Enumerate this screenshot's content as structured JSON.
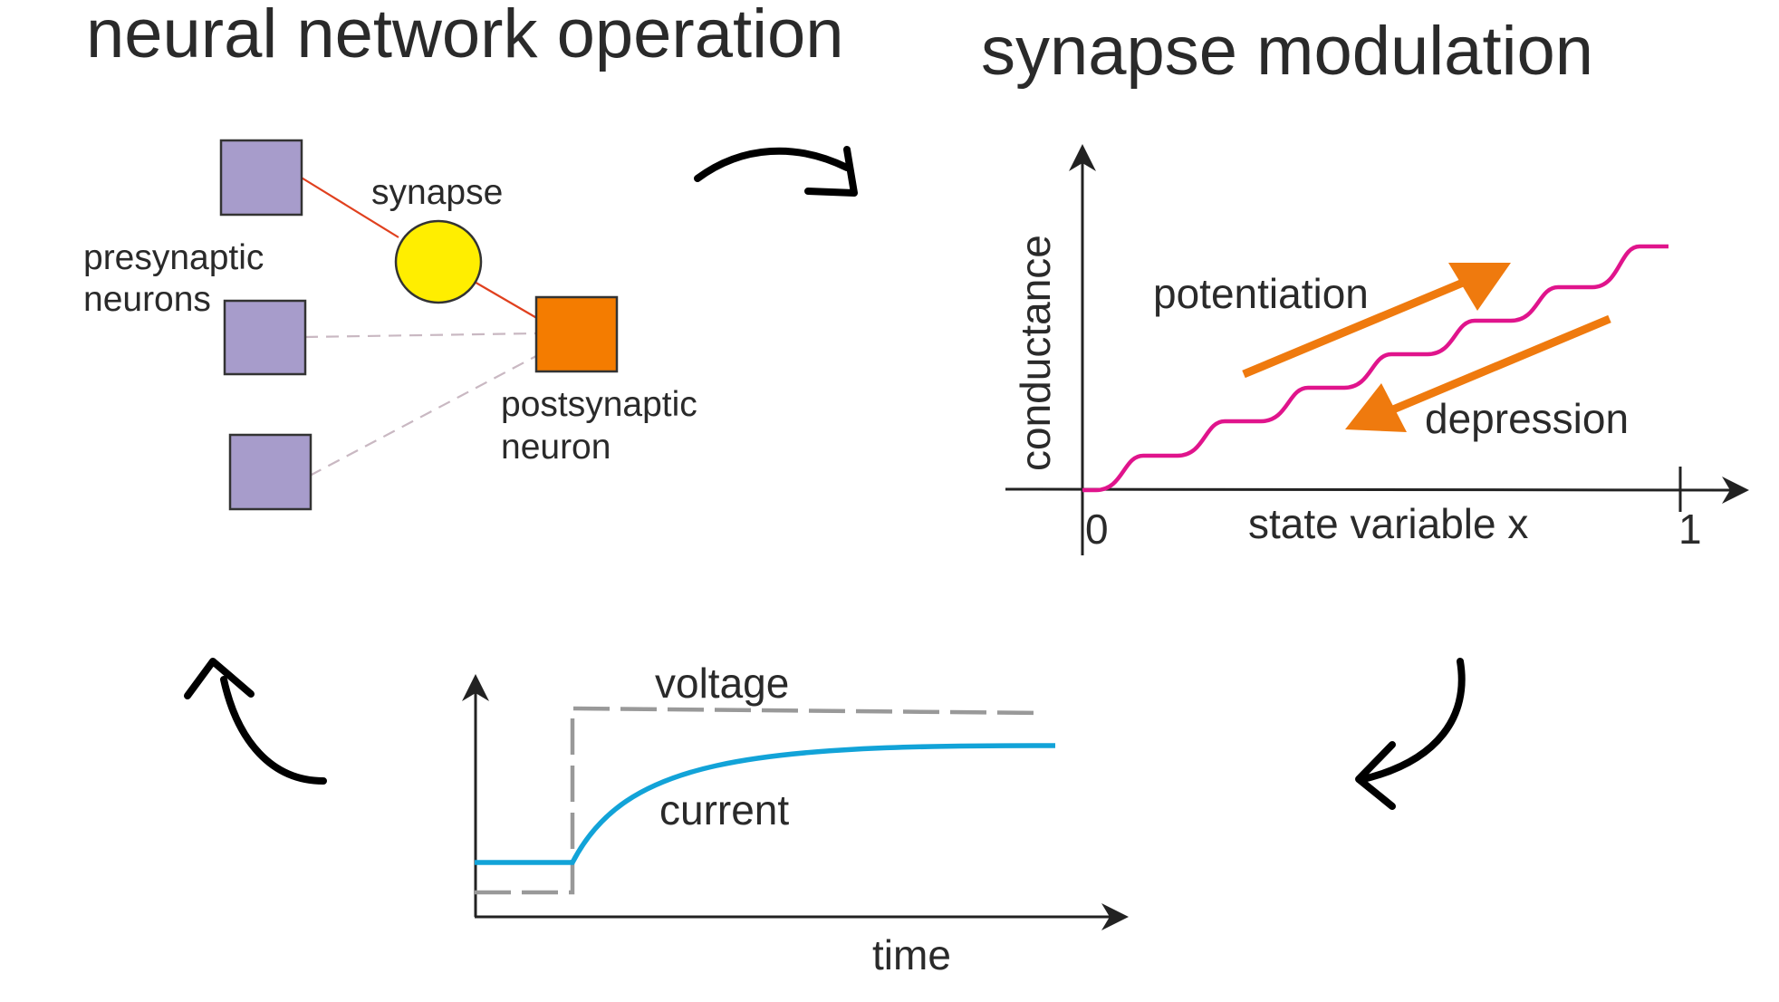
{
  "titles": {
    "left": "neural network operation",
    "right": "synapse modulation"
  },
  "network": {
    "synapse_label": "synapse",
    "presynaptic_label_line1": "presynaptic",
    "presynaptic_label_line2": "neurons",
    "postsynaptic_label_line1": "postsynaptic",
    "postsynaptic_label_line2": "neuron",
    "colors": {
      "presynaptic": "#a79ccb",
      "postsynaptic": "#f47c00",
      "synapse": "#ffee00",
      "active_connection": "#e0401e"
    }
  },
  "modulation": {
    "ylabel": "conductance",
    "xlabel": "state variable x",
    "tick_start": "0",
    "tick_end": "1",
    "potentiation_label": "potentiation",
    "depression_label": "depression",
    "colors": {
      "curve": "#e0148c",
      "arrows": "#ef7a0e"
    }
  },
  "response": {
    "voltage_label": "voltage",
    "current_label": "current",
    "xlabel": "time",
    "colors": {
      "voltage": "#999999",
      "current": "#12a3d8"
    }
  },
  "cycle_arrows": [
    "curved-arrow-right-icon",
    "curved-arrow-down-icon",
    "curved-arrow-up-icon"
  ]
}
